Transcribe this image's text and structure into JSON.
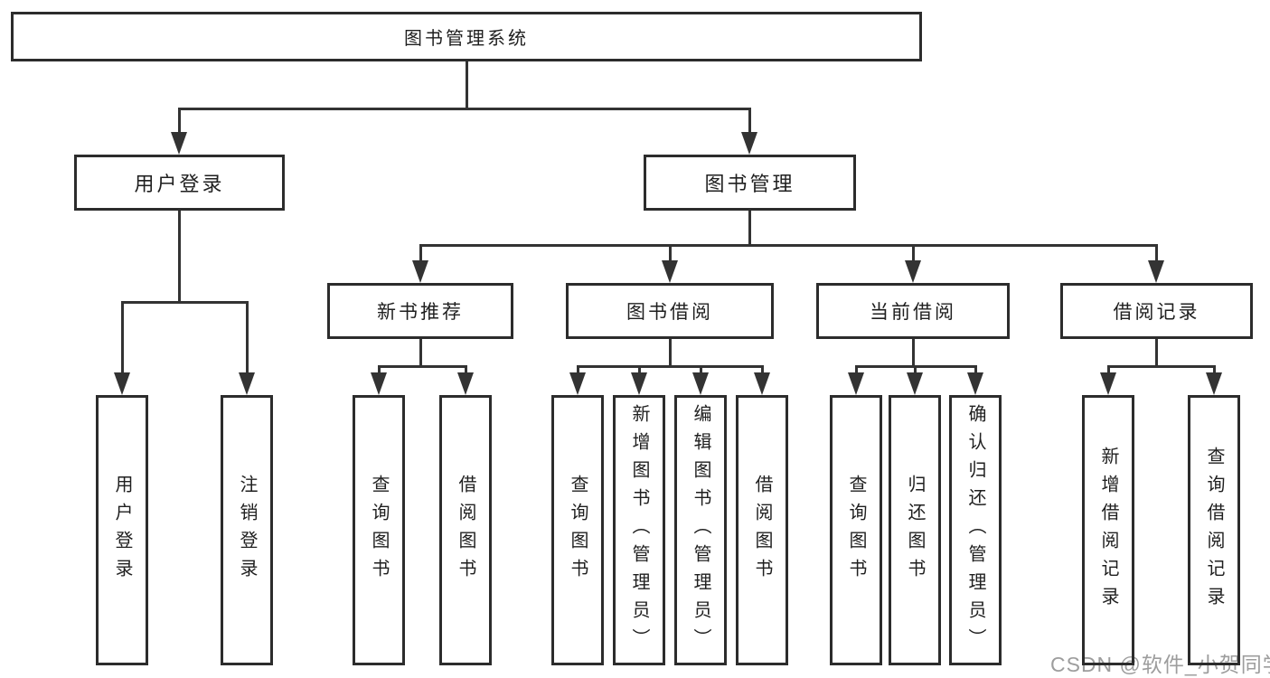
{
  "title_node": "图书管理系统",
  "branches": [
    {
      "label": "用户登录",
      "children": [
        "用户登录",
        "注销登录"
      ]
    },
    {
      "label": "图书管理",
      "sub": [
        {
          "label": "新书推荐",
          "children": [
            "查询图书",
            "借阅图书"
          ]
        },
        {
          "label": "图书借阅",
          "children": [
            "查询图书",
            "新增图书（管理员）",
            "编辑图书（管理员）",
            "借阅图书"
          ]
        },
        {
          "label": "当前借阅",
          "children": [
            "查询图书",
            "归还图书",
            "确认归还（管理员）"
          ]
        },
        {
          "label": "借阅记录",
          "children": [
            "新增借阅记录",
            "查询借阅记录"
          ]
        }
      ]
    }
  ],
  "watermark": "CSDN @软件_小贺同学",
  "colors": {
    "line": "#333333",
    "box_border": "#2c2c2c",
    "text": "#1f1f1f",
    "background": "#ffffff",
    "watermark": "#9d9d9d"
  }
}
